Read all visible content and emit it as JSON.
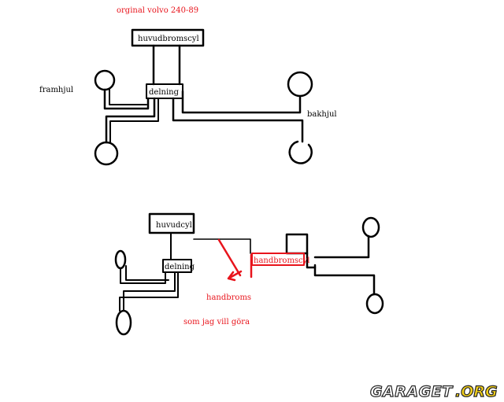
{
  "diagram": {
    "title": "orginal volvo 240-89",
    "top": {
      "master_cylinder": "huvudbromscyl",
      "splitter": "delning",
      "front_wheels_label": "framhjul",
      "rear_wheels_label": "bakhjul"
    },
    "bottom": {
      "master_cylinder": "huvudcyl",
      "splitter": "delning",
      "handbrake_cylinder": "handbromscyl",
      "handbrake": "handbroms",
      "caption": "som jag vill göra"
    },
    "colors": {
      "ink": "#000000",
      "accent": "#e8141c",
      "watermark_fill": "#ffffff",
      "watermark_outline": "#222222",
      "watermark_tld": "#f5d21a"
    }
  },
  "watermark": {
    "brand": "GARAGET",
    "tld": ".ORG"
  }
}
